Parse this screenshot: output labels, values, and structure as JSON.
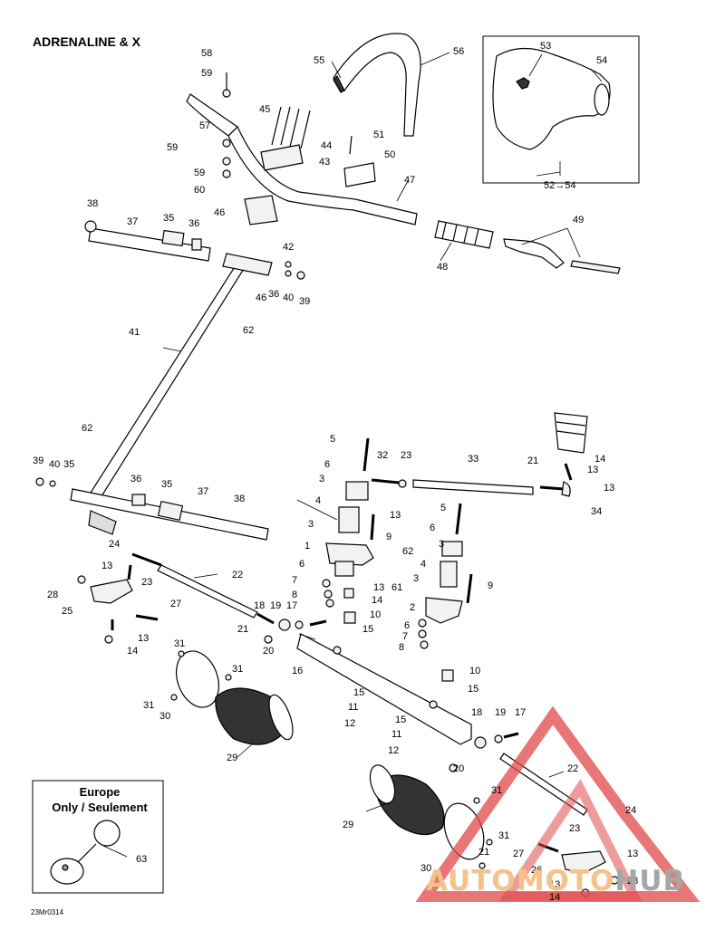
{
  "title": "ADRENALINE & X",
  "reference": "23Mr0314",
  "inset": {
    "label_53": "53",
    "label_54": "54",
    "range": "52→54"
  },
  "europe_box": {
    "title": "Europe\nOnly / Seulement",
    "label_63": "63"
  },
  "watermark": {
    "text_auto": "AUTOMOTO",
    "text_hub": "HUB"
  },
  "colors": {
    "line": "#000000",
    "part_fill": "#f2f2f2",
    "shade": "#bdbdbd",
    "watermark_red": "#e0484a",
    "watermark_orange": "#f4c28a",
    "watermark_gray": "#a6a6a6"
  },
  "callouts": [
    "58",
    "59",
    "57",
    "59",
    "59",
    "60",
    "45",
    "44",
    "43",
    "51",
    "50",
    "55",
    "56",
    "47",
    "48",
    "49",
    "38",
    "37",
    "35",
    "36",
    "46",
    "42",
    "46",
    "36",
    "40",
    "39",
    "62",
    "41",
    "62",
    "39",
    "40",
    "35",
    "36",
    "35",
    "37",
    "38",
    "5",
    "32",
    "23",
    "33",
    "21",
    "14",
    "13",
    "13",
    "34",
    "6",
    "3",
    "13",
    "4",
    "3",
    "9",
    "5",
    "6",
    "3",
    "62",
    "1",
    "6",
    "7",
    "8",
    "13",
    "14",
    "10",
    "15",
    "61",
    "4",
    "3",
    "9",
    "2",
    "6",
    "7",
    "8",
    "10",
    "15",
    "24",
    "22",
    "13",
    "23",
    "28",
    "25",
    "27",
    "13",
    "14",
    "21",
    "18",
    "19",
    "17",
    "20",
    "16",
    "15",
    "11",
    "12",
    "18",
    "19",
    "17",
    "15",
    "11",
    "12",
    "20",
    "31",
    "31",
    "31",
    "30",
    "29",
    "22",
    "24",
    "23",
    "13",
    "29",
    "31",
    "31",
    "27",
    "30",
    "26",
    "13",
    "28",
    "14",
    "21"
  ]
}
